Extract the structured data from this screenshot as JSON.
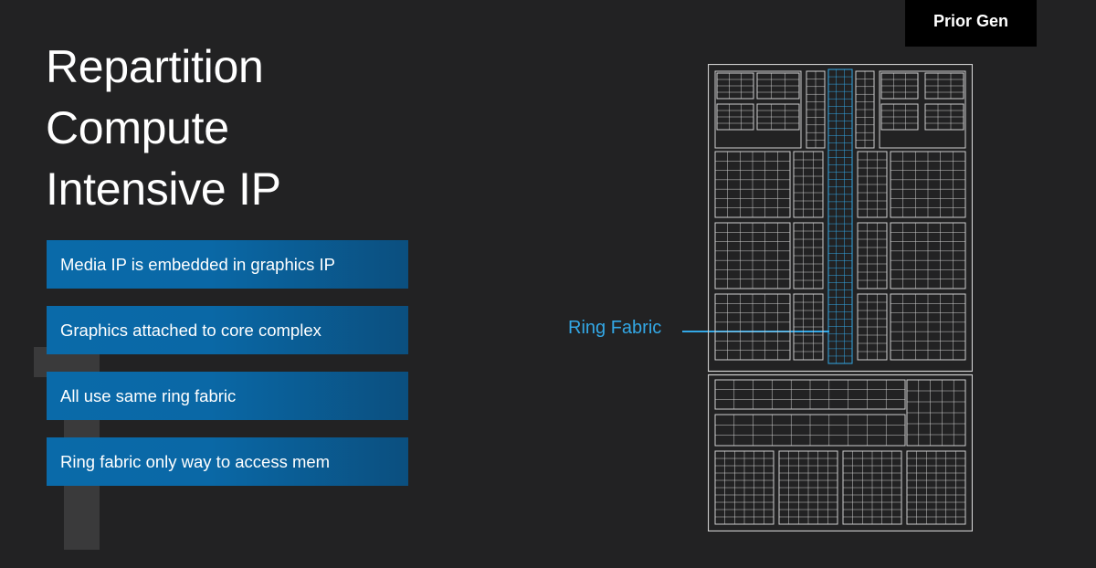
{
  "slide": {
    "title_lines": [
      "Repartition",
      "Compute",
      "Intensive IP"
    ],
    "badge": "Prior Gen",
    "bullets": [
      "Media IP is embedded in graphics IP",
      "Graphics attached to core complex",
      "All use same ring fabric",
      "Ring fabric only way to access  mem"
    ],
    "diagram": {
      "callout_label": "Ring Fabric",
      "highlight_color": "#33a8e6",
      "line_color": "#cfcfcf"
    }
  }
}
